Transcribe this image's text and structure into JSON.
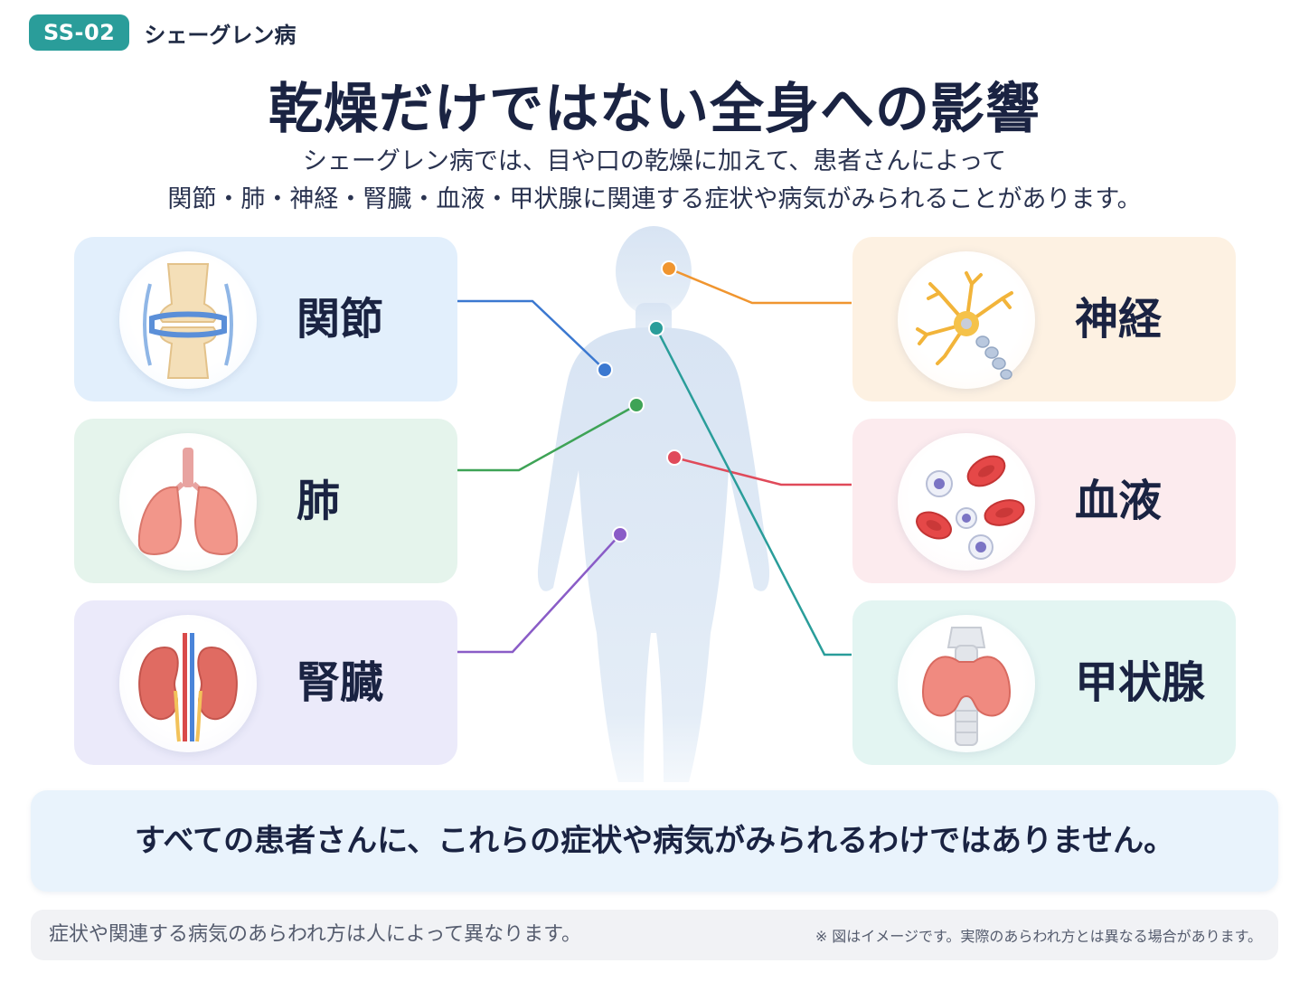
{
  "header": {
    "tag": "SS-02",
    "tag_title": "シェーグレン病"
  },
  "title": "乾燥だけではない全身への影響",
  "subtitle": {
    "line1": "シェーグレン病では、目や口の乾燥に加えて、患者さんによって",
    "line2": "関節・肺・神経・腎臓・血液・甲状腺に関連する症状や病気がみられることがあります。"
  },
  "cards": {
    "joint": {
      "label": "関節",
      "bg": "#e2effc",
      "line_color": "#3b78d0"
    },
    "lung": {
      "label": "肺",
      "bg": "#e5f4ec",
      "line_color": "#3ea356"
    },
    "kidney": {
      "label": "腎臓",
      "bg": "#ebeafa",
      "line_color": "#8a5cc7"
    },
    "nerve": {
      "label": "神経",
      "bg": "#fdf1e2",
      "line_color": "#f0952f"
    },
    "blood": {
      "label": "血液",
      "bg": "#fcebee",
      "line_color": "#e04a5a"
    },
    "thyroid": {
      "label": "甲状腺",
      "bg": "#e3f5f2",
      "line_color": "#2a9d9a"
    }
  },
  "bottom_message": "すべての患者さんに、これらの症状や病気がみられるわけではありません。",
  "footer": {
    "left": "症状や関連する病気のあらわれ方は人によって異なります。",
    "right": "※ 図はイメージです。実際のあらわれ方とは異なる場合があります。"
  },
  "colors": {
    "tag": "#2a9d9a",
    "body_silhouette": "#dfe9f5"
  }
}
